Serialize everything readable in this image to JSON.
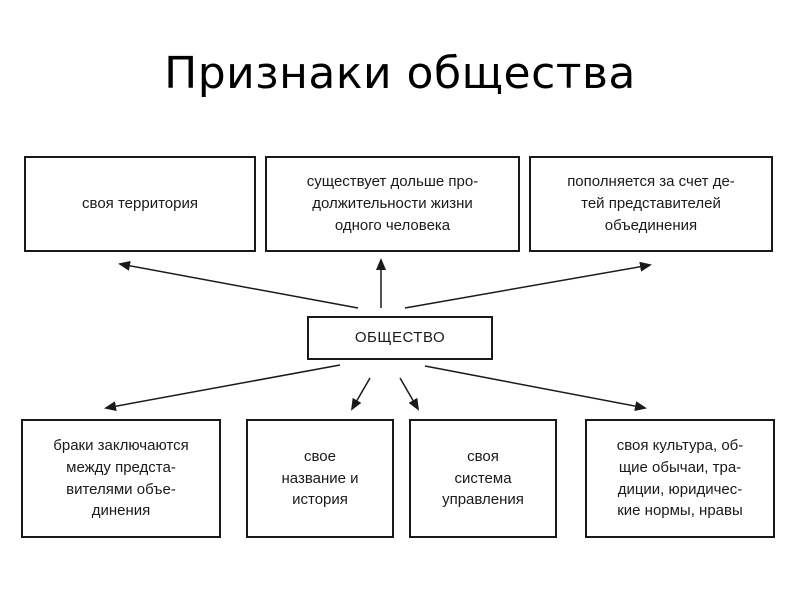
{
  "title": "Признаки общества",
  "center": {
    "label": "ОБЩЕСТВО"
  },
  "top_boxes": [
    {
      "label": "своя территория"
    },
    {
      "label": "существует дольше про-\nдолжительности жизни\nодного человека"
    },
    {
      "label": "пополняется за счет де-\nтей представителей\nобъединения"
    }
  ],
  "bottom_boxes": [
    {
      "label": "браки заключаются\nмежду предста-\nвителями объе-\nдинения"
    },
    {
      "label": "свое\nназвание и\nистория"
    },
    {
      "label": "своя\nсистема\nуправления"
    },
    {
      "label": "своя культура, об-\nщие обычаи, тра-\nдиции, юридичес-\nкие нормы, нравы"
    }
  ],
  "colors": {
    "stroke": "#1a1a1a",
    "background": "#ffffff"
  }
}
